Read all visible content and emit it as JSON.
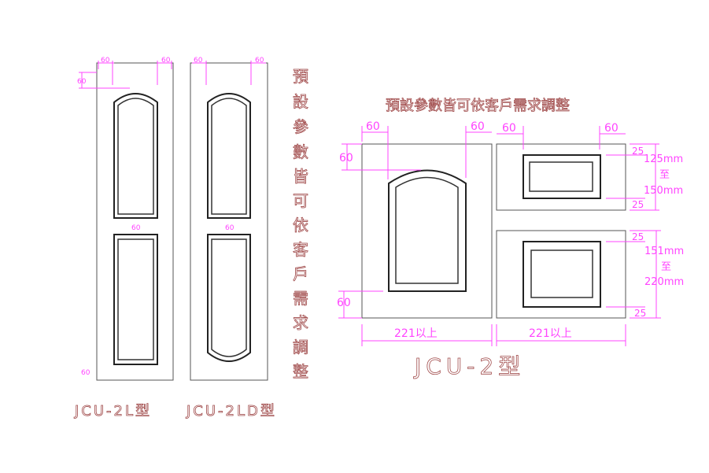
{
  "vertical_note": [
    "預",
    "設",
    "參",
    "數",
    "皆",
    "可",
    "依",
    "客",
    "戶",
    "需",
    "求",
    "調",
    "整"
  ],
  "note": "預設參數皆可依客戶需求調整",
  "dims": {
    "d60": "60",
    "d25": "25",
    "w221": "221以上",
    "top_range": [
      "125mm",
      "至",
      "150mm"
    ],
    "bottom_range": [
      "151mm",
      "至",
      "220mm"
    ]
  },
  "labels": {
    "left": "JCU-2L型",
    "middle": "JCU-2LD型",
    "right": "JCU-2型"
  },
  "colors": {
    "title": "#a04a4a",
    "dimension": "#ff44ff"
  }
}
